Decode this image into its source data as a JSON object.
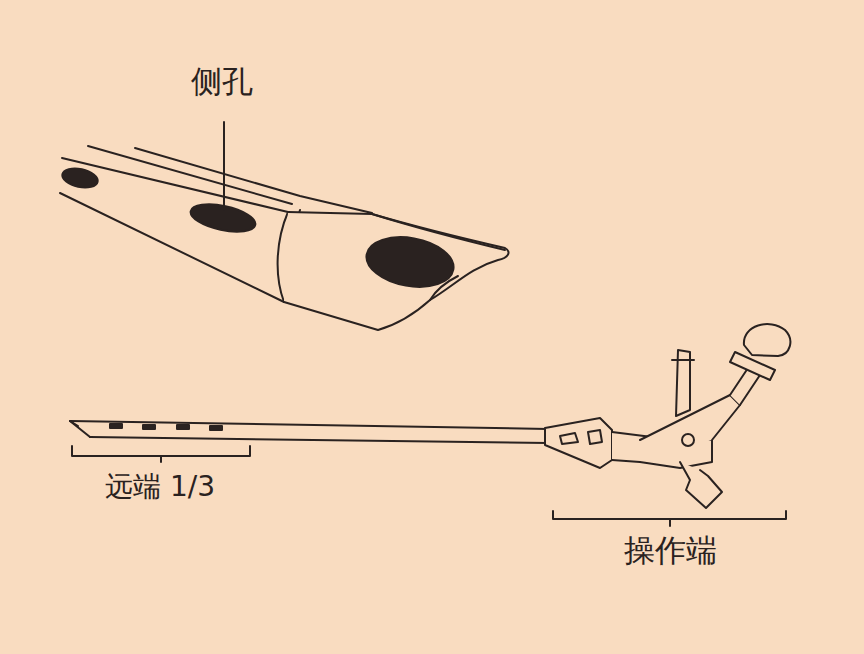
{
  "diagram": {
    "labels": [
      "侧孔",
      "远端 1/3",
      "操作端"
    ]
  }
}
